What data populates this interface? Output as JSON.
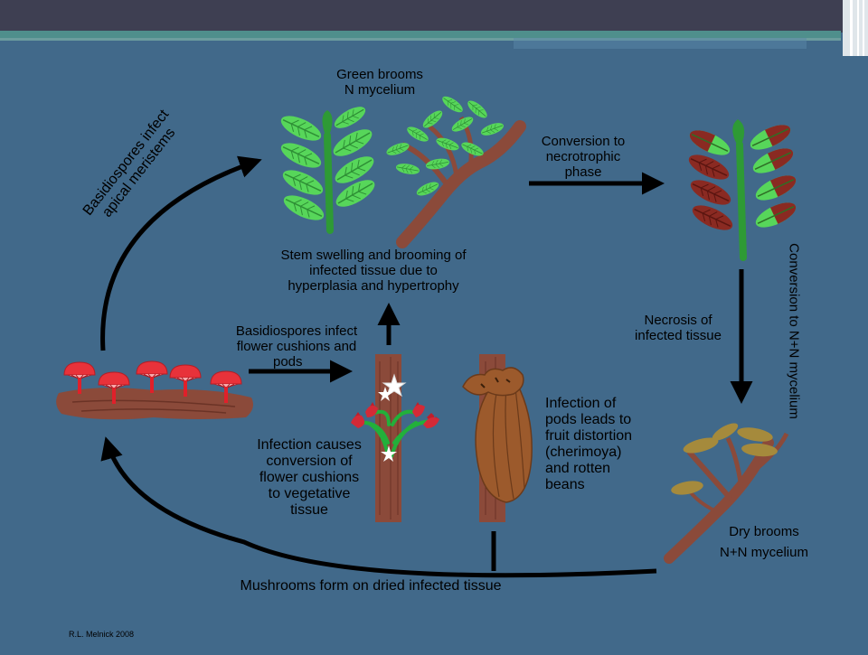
{
  "diagram": {
    "labels": {
      "green_brooms": "Green brooms",
      "n_mycelium": "N mycelium",
      "conversion_necro_1": "Conversion to",
      "conversion_necro_2": "necrotrophic",
      "conversion_necro_3": "phase",
      "basidio_apical_1": "Basidiospores infect",
      "basidio_apical_2": "apical meristems",
      "stem_swelling_1": "Stem swelling and brooming of",
      "stem_swelling_2": "infected tissue due to",
      "stem_swelling_3": "hyperplasia and hypertrophy",
      "conversion_nn": "Conversion to N+N mycelium",
      "basidio_flower_1": "Basidiospores infect",
      "basidio_flower_2": "flower cushions and",
      "basidio_flower_3": "pods",
      "necrosis_1": "Necrosis of",
      "necrosis_2": "infected tissue",
      "infection_pods_1": "Infection of",
      "infection_pods_2": "pods leads to",
      "infection_pods_3": "fruit distortion",
      "infection_pods_4": "(cherimoya)",
      "infection_pods_5": "and rotten",
      "infection_pods_6": "beans",
      "infection_causes_1": "Infection causes",
      "infection_causes_2": "conversion of",
      "infection_causes_3": "flower cushions",
      "infection_causes_4": "to vegetative",
      "infection_causes_5": "tissue",
      "dry_brooms": "Dry brooms",
      "nn_mycelium": "N+N mycelium",
      "mushrooms": "Mushrooms form on dried infected tissue",
      "credit": "R.L. Melnick 2008"
    },
    "colors": {
      "background": "#41698a",
      "top_bar": "#3e3f52",
      "teal_band": "#4f8f8c",
      "leaf_green": "#57d65a",
      "stem_dark_green": "#2e9a35",
      "branch_brown": "#8b4a3a",
      "necrotic_red": "#8a2a22",
      "mushroom_red": "#e8323a",
      "pod_brown": "#9c5a2c",
      "dry_leaf": "#a58a3c"
    }
  }
}
